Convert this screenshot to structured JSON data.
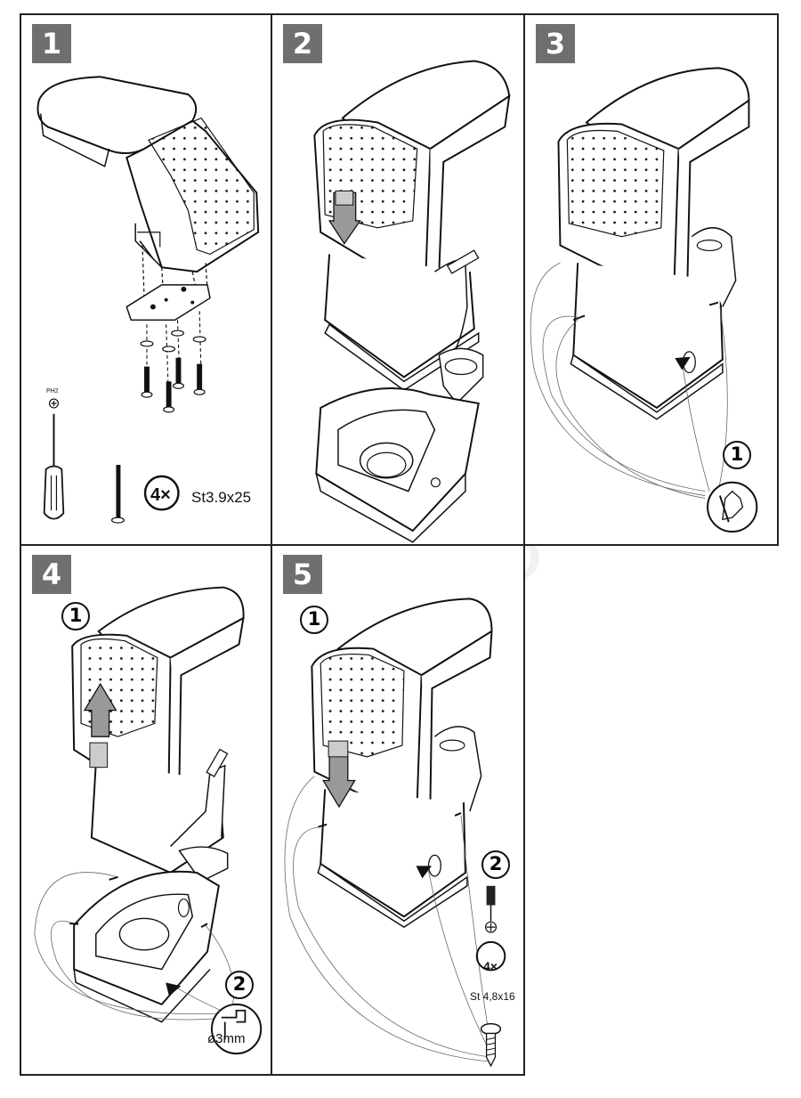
{
  "panels": [
    {
      "step": "1"
    },
    {
      "step": "2"
    },
    {
      "step": "3"
    },
    {
      "step": "4"
    },
    {
      "step": "5"
    }
  ],
  "panel1": {
    "driver_label": "PH2",
    "screw_count": "4×",
    "screw_spec": "St3.9x25"
  },
  "panel3": {
    "step_1": "1"
  },
  "panel4": {
    "step_1": "1",
    "step_2": "2",
    "drill_label": "ø3mm"
  },
  "panel5": {
    "step_1": "1",
    "step_2": "2",
    "screw_count": "4×",
    "screw_spec": "St 4,8x16"
  },
  "watermark": "AG AUTO"
}
